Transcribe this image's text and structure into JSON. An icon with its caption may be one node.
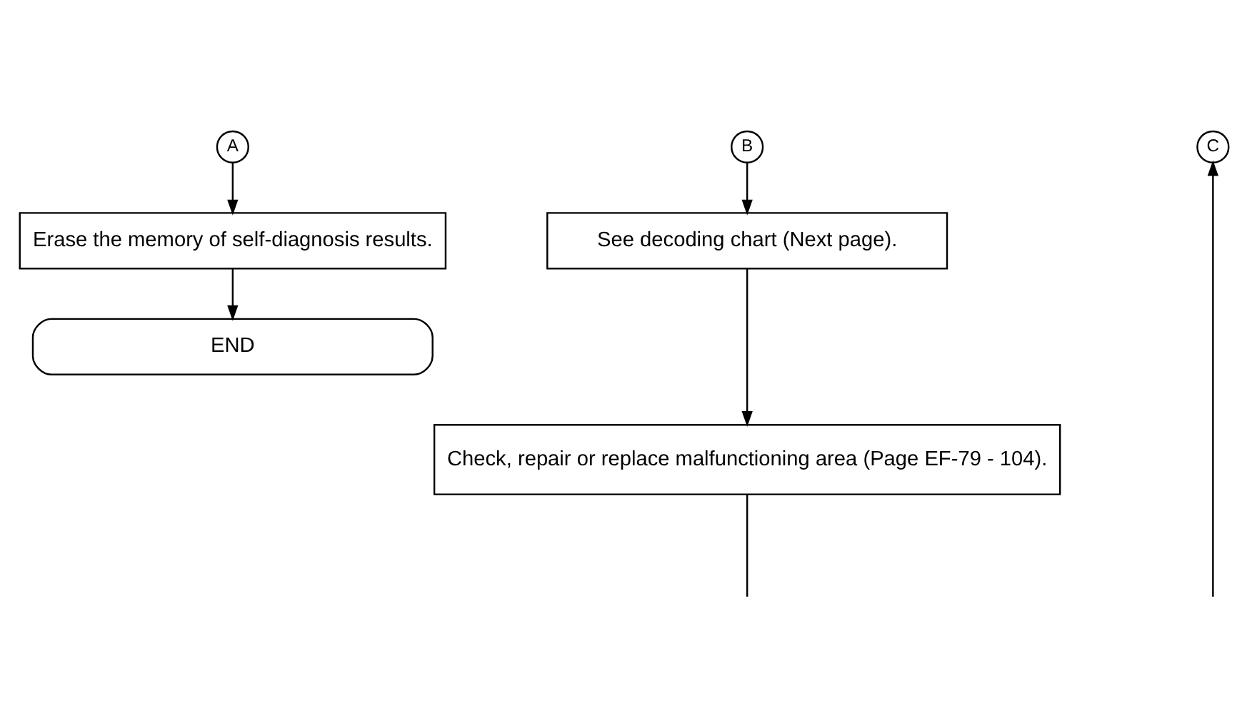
{
  "diagram": {
    "nodes": [
      {
        "text": [
          "A"
        ]
      },
      {
        "text": [
          "B"
        ]
      },
      {
        "text": [
          "C"
        ]
      },
      {
        "text": [
          "Erase the memory of self-diagnosis results."
        ]
      },
      {
        "text": [
          "END"
        ]
      },
      {
        "text": [
          "See decoding chart (Next page)."
        ]
      },
      {
        "text": [
          "Check, repair or replace malfunctioning area (Page EF-79 - 104)."
        ]
      }
    ],
    "edges": [
      {
        "from": 0,
        "to": 3,
        "arrow": "to"
      },
      {
        "from": 3,
        "to": 4,
        "arrow": "to"
      },
      {
        "from": 1,
        "to": 5,
        "arrow": "to"
      },
      {
        "from": 5,
        "to": 6,
        "arrow": "to"
      },
      {
        "from": 6,
        "to": null,
        "arrow": "none"
      },
      {
        "from": null,
        "to": 2,
        "arrow": "to"
      }
    ]
  }
}
